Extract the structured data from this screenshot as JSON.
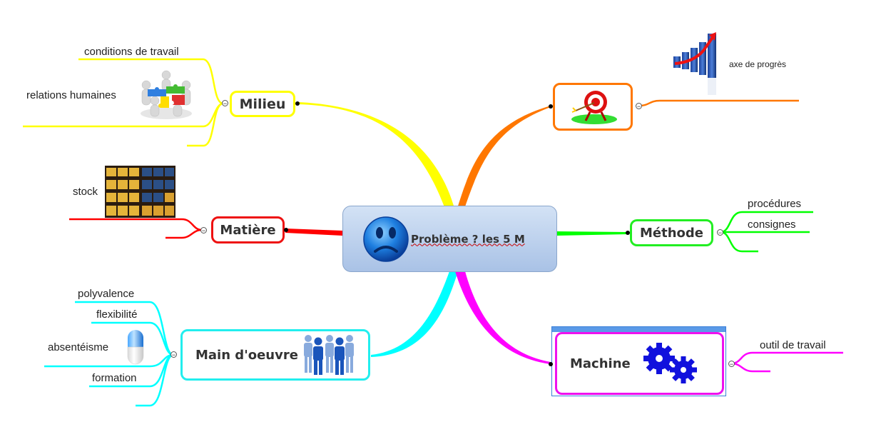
{
  "central": {
    "label": "Problème ? les 5 M",
    "icon": "sad-face-icon"
  },
  "branches": {
    "milieu": {
      "label": "Milieu",
      "color": "#ffff00",
      "icon": "puzzle-people-icon",
      "leaves": [
        "conditions de travail",
        "relations humaines"
      ]
    },
    "matiere": {
      "label": "Matière",
      "color": "#ff0000",
      "icon": "stock-shelves-icon",
      "leaves": [
        "stock"
      ]
    },
    "main": {
      "label": "Main d'oeuvre",
      "color": "#00ffff",
      "icon": "people-icon",
      "leaves": [
        "polyvalence",
        "flexibilité",
        "absentéisme",
        "formation"
      ],
      "leaf_icon": "pill-icon"
    },
    "objectif": {
      "label": "",
      "color": "#ff7700",
      "icon": "target-icon",
      "leaves": [
        "axe de progrès"
      ],
      "leaf_icon": "growth-chart-icon"
    },
    "methode": {
      "label": "Méthode",
      "color": "#00ff00",
      "leaves": [
        "procédures",
        "consignes"
      ]
    },
    "machine": {
      "label": "Machine",
      "color": "#ff00ff",
      "icon": "gears-icon",
      "leaves": [
        "outil de travail"
      ]
    }
  },
  "collapse_symbol": "−"
}
